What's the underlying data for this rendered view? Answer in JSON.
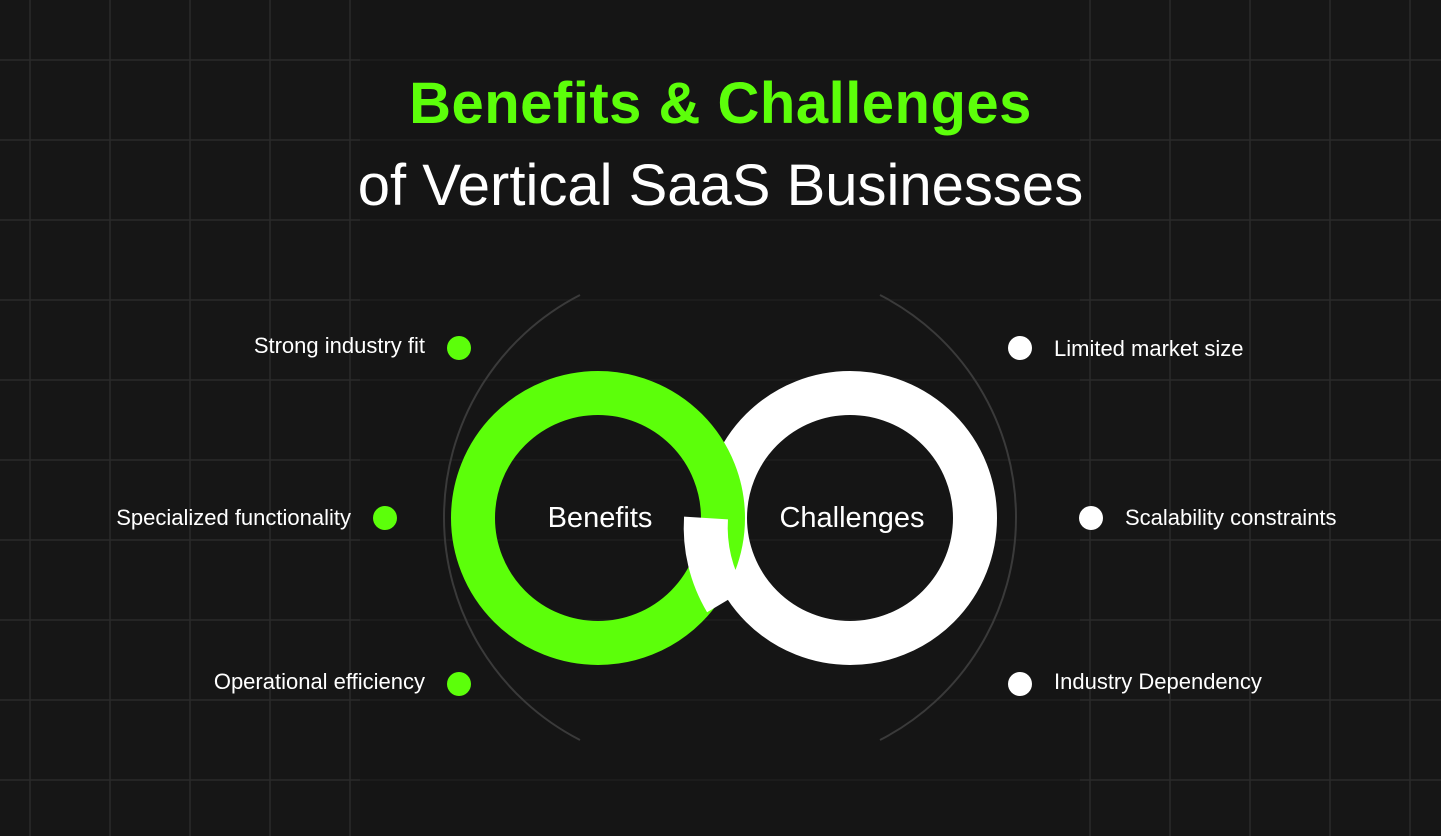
{
  "title": {
    "line1": "Benefits & Challenges",
    "line2": "of Vertical SaaS Businesses"
  },
  "colors": {
    "background": "#161616",
    "accent_green": "#5cff0a",
    "white": "#ffffff",
    "arc_gray": "#3a3a3a"
  },
  "diagram": {
    "benefits": {
      "label": "Benefits",
      "color": "#5cff0a",
      "points": [
        "Strong industry fit",
        "Specialized functionality",
        "Operational efficiency"
      ]
    },
    "challenges": {
      "label": "Challenges",
      "color": "#ffffff",
      "points": [
        "Limited market size",
        "Scalability constraints",
        "Industry Dependency"
      ]
    }
  }
}
